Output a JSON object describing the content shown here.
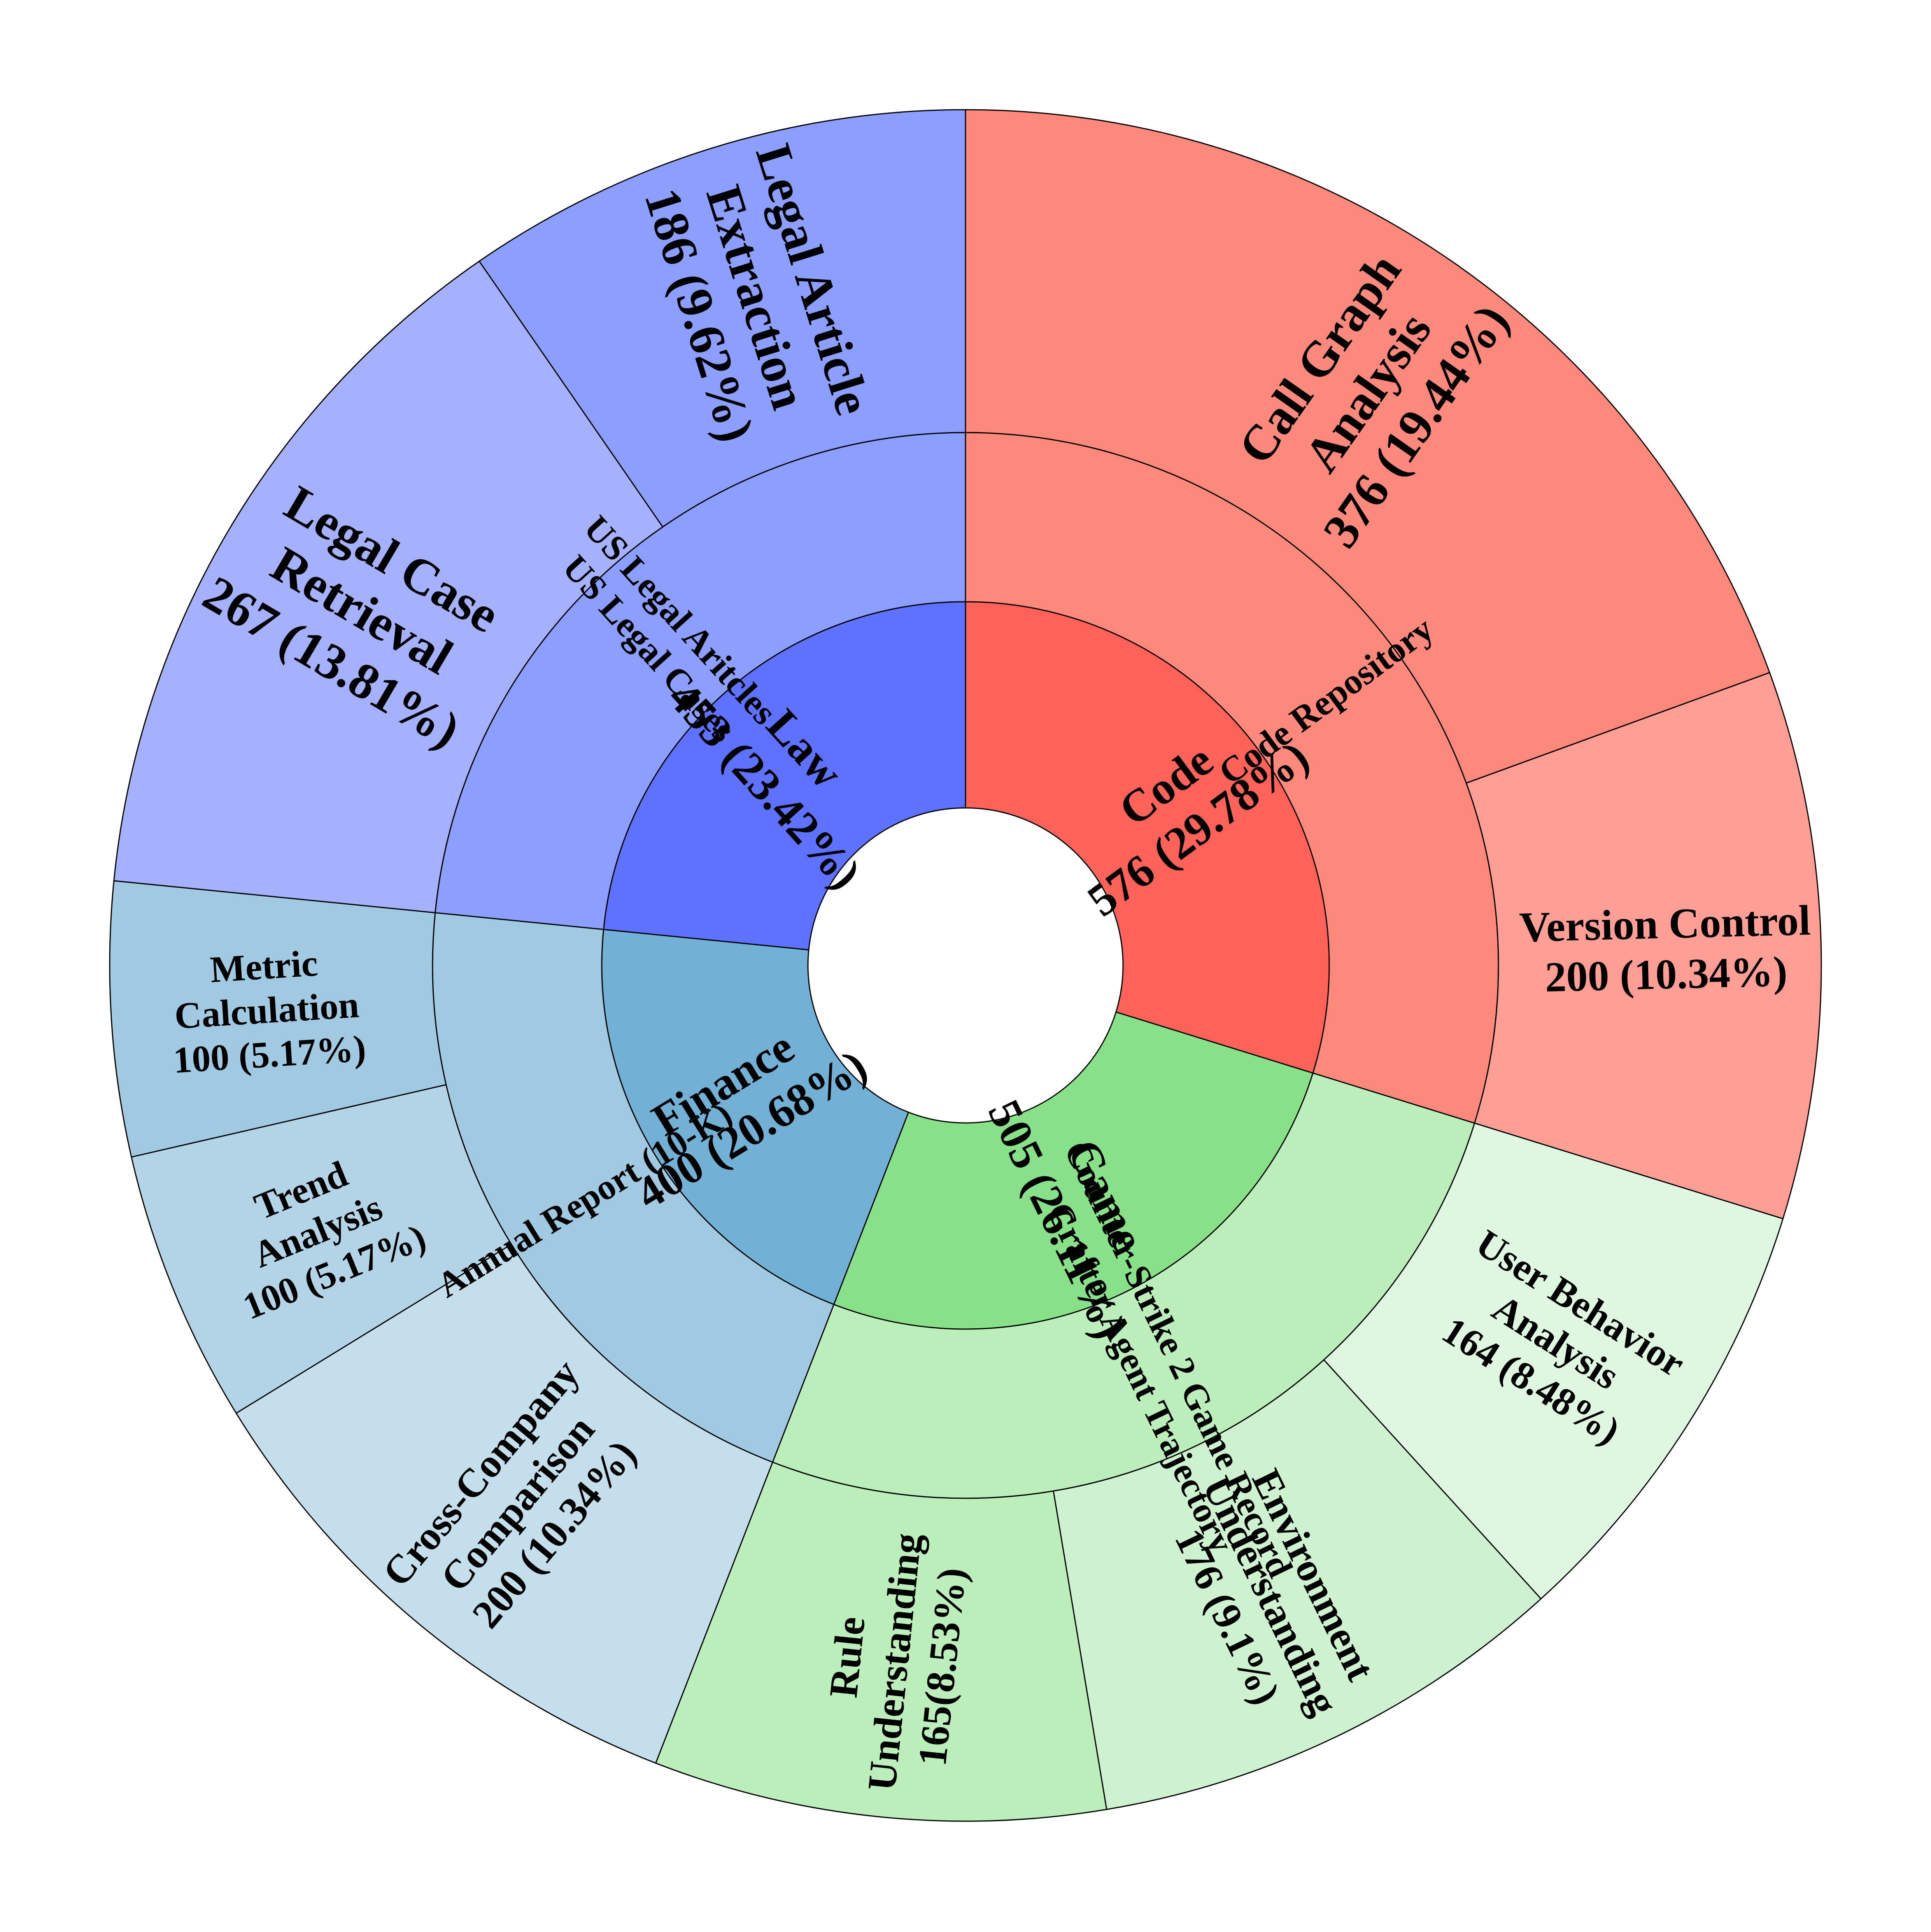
{
  "chart_data": {
    "type": "sunburst",
    "title": "",
    "rings": [
      {
        "level": "domain",
        "segments": [
          {
            "name": "Code",
            "value": 576,
            "percent": "29.78%",
            "label_lines": [
              "Code",
              "576 (29.78%)"
            ],
            "color": "#FF6259"
          },
          {
            "name": "Game",
            "value": 505,
            "percent": "26.11%",
            "label_lines": [
              "Game",
              "505 (26.11%)"
            ],
            "color": "#88E088"
          },
          {
            "name": "Finance",
            "value": 400,
            "percent": "20.68%",
            "label_lines": [
              "Finance",
              "400 (20.68%)"
            ],
            "color": "#72B0D6"
          },
          {
            "name": "Law",
            "value": 453,
            "percent": "23.42%",
            "label_lines": [
              "Law",
              "453 (23.42%)"
            ],
            "color": "#5E72FF"
          }
        ]
      },
      {
        "level": "source",
        "segments": [
          {
            "name": "Code Repository",
            "value": 576,
            "label_lines": [
              "Code Repository"
            ],
            "color": "#FD897C"
          },
          {
            "name": "Counter-Strike 2 Game Record / Crafter Agent Trajectory",
            "value": 505,
            "label_lines": [
              "Counter-Strike 2 Game Record",
              "Crafter Agent Trajectory"
            ],
            "color": "#BCEEBC"
          },
          {
            "name": "Annual Report (10-K)",
            "value": 400,
            "label_lines": [
              "Annual Report (10-K)"
            ],
            "color": "#A1CAE2"
          },
          {
            "name": "US Legal Aritcles / US Legal Cases",
            "value": 453,
            "label_lines": [
              "US Legal Aritcles",
              "US Legal Cases"
            ],
            "color": "#8C9EFE"
          }
        ]
      },
      {
        "level": "task",
        "segments": [
          {
            "name": "Call Graph Analysis",
            "value": 376,
            "percent": "19.44%",
            "label_lines": [
              "Call Graph",
              "Analysis",
              "376 (19.44%)"
            ],
            "color": "#FD897C"
          },
          {
            "name": "Version Control",
            "value": 200,
            "percent": "10.34%",
            "label_lines": [
              "Version Control",
              "200 (10.34%)"
            ],
            "color": "#FE9E95"
          },
          {
            "name": "User Behavior Analysis",
            "value": 164,
            "percent": "8.48%",
            "label_lines": [
              "User Behavior",
              "Analysis",
              "164 (8.48%)"
            ],
            "color": "#DFF6E0"
          },
          {
            "name": "Environment Understanding",
            "value": 176,
            "percent": "9.1%",
            "label_lines": [
              "Environment",
              "Understanding",
              "176 (9.1%)"
            ],
            "color": "#CEF2CF"
          },
          {
            "name": "Rule Understanding",
            "value": 165,
            "percent": "8.53%",
            "label_lines": [
              "Rule",
              "Understanding",
              "165(8.53%)"
            ],
            "color": "#BCEEBC"
          },
          {
            "name": "Cross-Company Comparison",
            "value": 200,
            "percent": "10.34%",
            "label_lines": [
              "Cross-Company",
              "Comparison",
              "200 (10.34%)"
            ],
            "color": "#C5DEEC"
          },
          {
            "name": "Trend Analysis",
            "value": 100,
            "percent": "5.17%",
            "label_lines": [
              "Trend",
              "Analysis",
              "100 (5.17%)"
            ],
            "color": "#B3D4E7"
          },
          {
            "name": "Metric Calculation",
            "value": 100,
            "percent": "5.17%",
            "label_lines": [
              "Metric",
              "Calculation",
              "100 (5.17%)"
            ],
            "color": "#A1CAE2"
          },
          {
            "name": "Legal Case Retrieval",
            "value": 267,
            "percent": "13.81%",
            "label_lines": [
              "Legal Case",
              "Retrieval",
              "267 (13.81%)"
            ],
            "color": "#A6B1FE"
          },
          {
            "name": "Legal Article Extraction",
            "value": 186,
            "percent": "9.62%",
            "label_lines": [
              "Legal Article",
              "Extraction",
              "186 (9.62%)"
            ],
            "color": "#8C9EFE"
          }
        ]
      }
    ]
  }
}
